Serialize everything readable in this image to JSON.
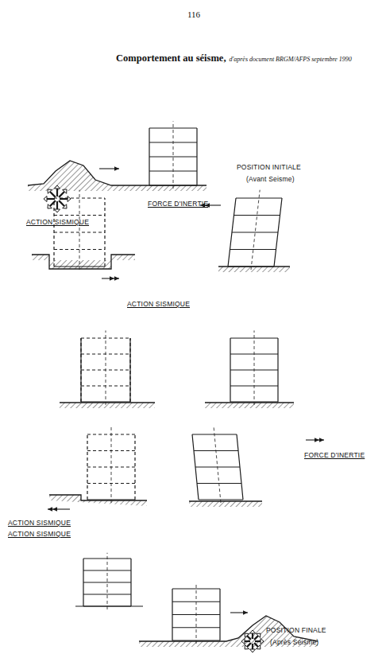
{
  "diagram": {
    "title": "Comportement au séisme,",
    "labels": [
      "116",
      "d'après document BRGM/AFPS septembre 1990",
      "POSITION INITIALE",
      "(Avant Seisme)",
      "ACTION SISMIQUE",
      "FORCE D'INERTIE",
      "ACTION SISMIQUE",
      "ACTION SISMIQUE",
      "FORCE D'INERTIE",
      "ACTION SISMIQUE",
      "POSITION FINALE",
      "(Après Seisme)"
    ]
  }
}
